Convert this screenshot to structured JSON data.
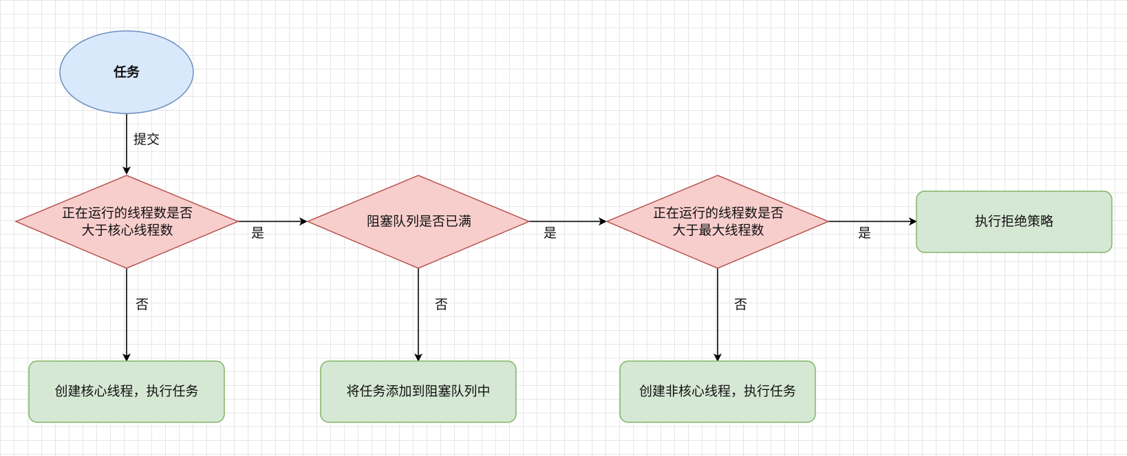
{
  "nodes": {
    "task": {
      "label": "任务",
      "shape": "ellipse"
    },
    "decision_core": {
      "label": "正在运行的线程数是否\n大于核心线程数",
      "shape": "diamond"
    },
    "decision_queue": {
      "label": "阻塞队列是否已满",
      "shape": "diamond"
    },
    "decision_max": {
      "label": "正在运行的线程数是否\n大于最大线程数",
      "shape": "diamond"
    },
    "action_reject": {
      "label": "执行拒绝策略",
      "shape": "rounded-rect"
    },
    "action_core": {
      "label": "创建核心线程，执行任务",
      "shape": "rounded-rect"
    },
    "action_queue": {
      "label": "将任务添加到阻塞队列中",
      "shape": "rounded-rect"
    },
    "action_noncore": {
      "label": "创建非核心线程，执行任务",
      "shape": "rounded-rect"
    }
  },
  "edges": {
    "submit": {
      "label": "提交",
      "from": "task",
      "to": "decision_core"
    },
    "core_yes": {
      "label": "是",
      "from": "decision_core",
      "to": "decision_queue"
    },
    "core_no": {
      "label": "否",
      "from": "decision_core",
      "to": "action_core"
    },
    "queue_yes": {
      "label": "是",
      "from": "decision_queue",
      "to": "decision_max"
    },
    "queue_no": {
      "label": "否",
      "from": "decision_queue",
      "to": "action_queue"
    },
    "max_yes": {
      "label": "是",
      "from": "decision_max",
      "to": "action_reject"
    },
    "max_no": {
      "label": "否",
      "from": "decision_max",
      "to": "action_noncore"
    }
  },
  "colors": {
    "ellipse_fill": "#dae8fc",
    "ellipse_stroke": "#6c8ebf",
    "diamond_fill": "#f8cecc",
    "diamond_stroke": "#b85450",
    "box_fill": "#d5e8d4",
    "box_stroke": "#82b366",
    "edge": "#000000",
    "grid": "#e6e6e6"
  }
}
